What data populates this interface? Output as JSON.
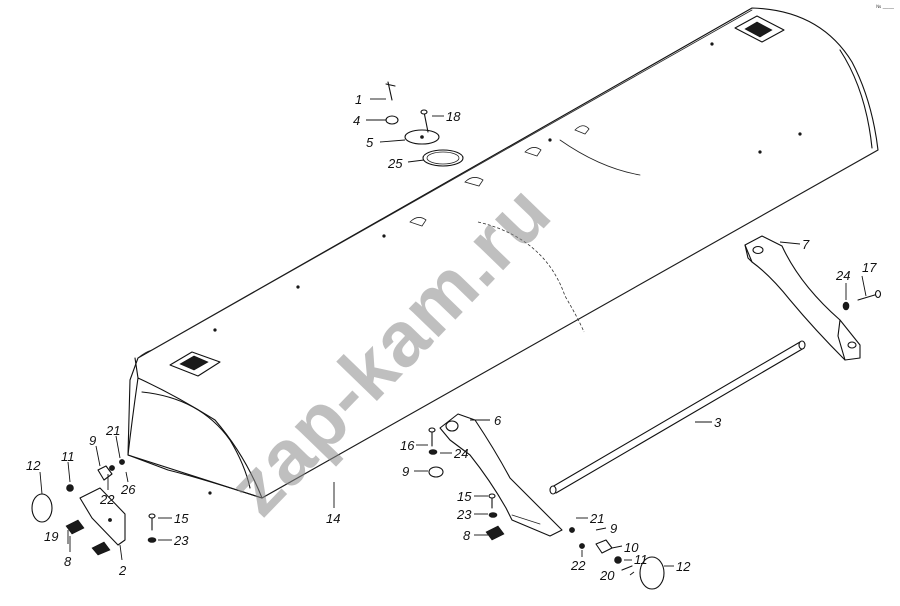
{
  "watermark": "zap-kam.ru",
  "corner_mark": "№ ____",
  "labels": {
    "p1": "1",
    "p2": "2",
    "p3": "3",
    "p4": "4",
    "p5": "5",
    "p6": "6",
    "p7": "7",
    "p8a": "8",
    "p8b": "8",
    "p9a": "9",
    "p9b": "9",
    "p9c": "9",
    "p10": "10",
    "p11a": "11",
    "p11b": "11",
    "p12a": "12",
    "p12b": "12",
    "p14": "14",
    "p15a": "15",
    "p15b": "15",
    "p16": "16",
    "p17": "17",
    "p18": "18",
    "p19": "19",
    "p20": "20",
    "p21a": "21",
    "p21b": "21",
    "p22a": "22",
    "p22b": "22",
    "p23a": "23",
    "p23b": "23",
    "p24a": "24",
    "p24b": "24",
    "p25": "25",
    "p26": "26"
  }
}
